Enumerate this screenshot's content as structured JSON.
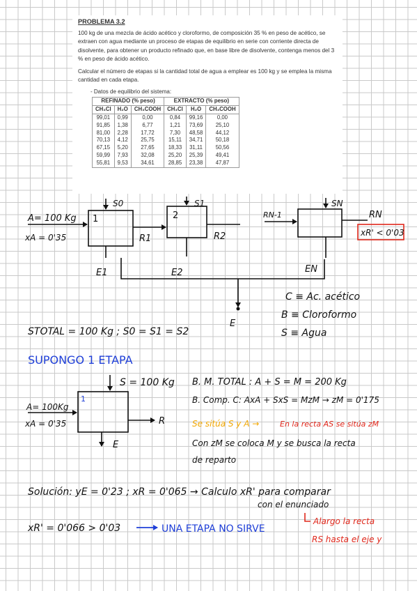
{
  "problem": {
    "title": "PROBLEMA 3.2",
    "paragraph1": "100 kg de una mezcla de ácido acético y cloroformo, de composición 35 % en peso de acético, se extraen con agua mediante un proceso de etapas de equilibrio en serie con corriente directa de disolvente, para obtener un producto refinado que, en base libre de disolvente, contenga menos del 3 % en peso de ácido acético.",
    "paragraph2": "Calcular el número de etapas si la cantidad total de agua a emplear es 100 kg y se emplea la misma cantidad en cada etapa.",
    "data_heading": "-      Datos de equilibrio del sistema:"
  },
  "table": {
    "group_refinado": "REFINADO (% peso)",
    "group_extracto": "EXTRACTO (% peso)",
    "columns": [
      "CH₃Cl",
      "H₂O",
      "CH₃COOH",
      "CH₃Cl",
      "H₂O",
      "CH₃COOH"
    ],
    "rows": [
      [
        "99,01",
        "0,99",
        "0,00",
        "0,84",
        "99,16",
        "0,00"
      ],
      [
        "91,85",
        "1,38",
        "6,77",
        "1,21",
        "73,69",
        "25,10"
      ],
      [
        "81,00",
        "2,28",
        "17,72",
        "7,30",
        "48,58",
        "44,12"
      ],
      [
        "70,13",
        "4,12",
        "25,75",
        "15,11",
        "34,71",
        "50,18"
      ],
      [
        "67,15",
        "5,20",
        "27,65",
        "18,33",
        "31,11",
        "50,56"
      ],
      [
        "59,99",
        "7,93",
        "32,08",
        "25,20",
        "25,39",
        "49,41"
      ],
      [
        "55,81",
        "9,53",
        "34,61",
        "28,85",
        "23,38",
        "47,87"
      ]
    ]
  },
  "diagram": {
    "feed": "A= 100 Kg",
    "feed_x": "xA = 0'35",
    "stage1": "1",
    "stage2": "2",
    "s0": "S0",
    "s1": "S1",
    "sn": "SN",
    "r1": "R1",
    "r2": "R2",
    "rn1": "RN-1",
    "rn": "RN",
    "spec": "xR' < 0'03",
    "e1": "E1",
    "e2": "E2",
    "en": "EN",
    "e": "E",
    "legend_c": "C ≡ Ac. acético",
    "legend_b": "B ≡ Cloroformo",
    "legend_s": "S ≡ Agua",
    "stotal": "STOTAL = 100 Kg ;   S0 = S1 = S2"
  },
  "one_stage": {
    "heading": "SUPONGO 1 ETAPA",
    "s": "S = 100 Kg",
    "feed": "A= 100Kg",
    "feed_x": "xA = 0'35",
    "stage": "1",
    "r": "R",
    "e": "E",
    "bm_total": "B. M. TOTAL : A + S = M = 200 Kg",
    "bm_comp": "B. Comp. C: AxA + SxS = MzM → zM = 0'175",
    "note_orange": "Se sitúa S y A →",
    "note_red": "En la recta AS se sitúa zM",
    "note2": "Con zM se coloca M y se busca la recta",
    "note3": "de reparto"
  },
  "solution": {
    "line1": "Solución:   yE = 0'23 ;  xR = 0'065 → Calculo xR' para comparar",
    "line1b": "con el enunciado",
    "result_left": "xR' = 0'066  >  0'03",
    "result_right": "UNA ETAPA NO SIRVE",
    "note_red1": "Alargo la recta",
    "note_red2": "RS hasta el eje y"
  },
  "colors": {
    "ink": "#111111",
    "blue": "#1f3fd8",
    "red": "#e0281c",
    "orange": "#f2a700",
    "grid": "#c9c9c9"
  }
}
